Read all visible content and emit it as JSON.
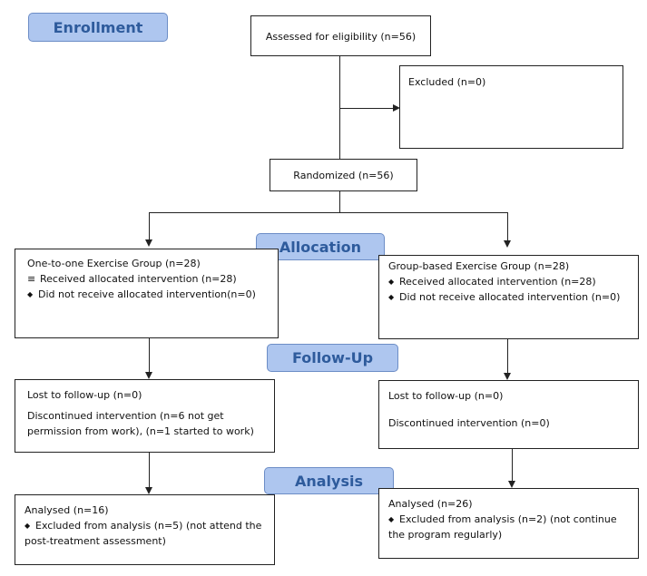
{
  "stages": {
    "enrollment": "Enrollment",
    "allocation": "Allocation",
    "follow_up": "Follow-Up",
    "analysis": "Analysis"
  },
  "enrollment": {
    "assessed": "Assessed for eligibility (n=56)",
    "excluded": "Excluded (n=0)",
    "randomized": "Randomized (n=56)"
  },
  "left_arm": {
    "allocation": {
      "title": "One-to-one Exercise Group (n=28)",
      "received": "Received allocated intervention (n=28)",
      "not_received": "Did not receive allocated intervention(n=0)"
    },
    "follow_up": {
      "lost": "Lost to follow-up (n=0)",
      "discontinued_1": "Discontinued intervention (n=6 not get",
      "discontinued_2": "permission from work), (n=1 started to work)"
    },
    "analysis": {
      "analysed": "Analysed  (n=16)",
      "excluded_1": "Excluded from analysis (n=5) (not attend the",
      "excluded_2": "post-treatment assessment)"
    }
  },
  "right_arm": {
    "allocation": {
      "title": "Group-based Exercise Group (n=28)",
      "received": "Received allocated intervention (n=28)",
      "not_received": "Did not receive allocated intervention (n=0)"
    },
    "follow_up": {
      "lost": "Lost to follow-up (n=0)",
      "discontinued": "Discontinued intervention (n=0)"
    },
    "analysis": {
      "analysed": "Analysed  (n=26)",
      "excluded_1": "Excluded from analysis (n=2) (not continue",
      "excluded_2": "the program regularly)"
    }
  },
  "icons": {
    "bullet": "diamond-bullet-icon",
    "received_left": "stack-bullet-icon"
  }
}
